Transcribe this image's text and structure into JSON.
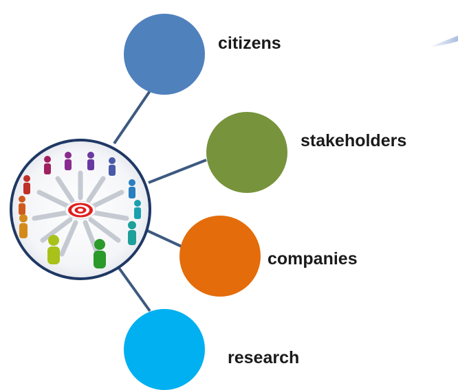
{
  "diagram": {
    "nodes": [
      {
        "id": "citizens",
        "label": "citizens",
        "color": "#4f81bd"
      },
      {
        "id": "stakeholders",
        "label": "stakeholders",
        "color": "#77933c"
      },
      {
        "id": "companies",
        "label": "companies",
        "color": "#e46c0a"
      },
      {
        "id": "research",
        "label": "research",
        "color": "#00b0f0"
      }
    ],
    "connector_color": "#3d5a80",
    "hub": {
      "icon": "people-around-target-icon",
      "border_color": "#1f3864"
    }
  }
}
